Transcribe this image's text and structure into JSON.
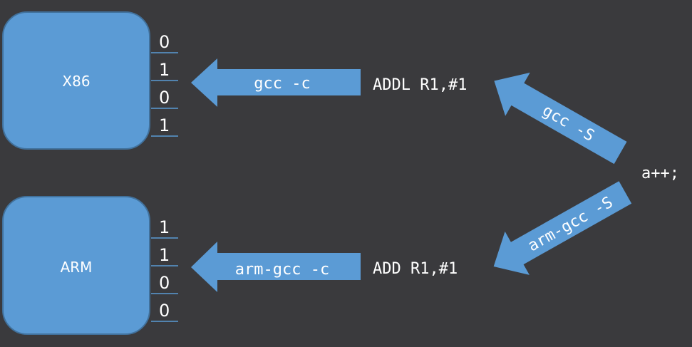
{
  "x86": {
    "label": "X86",
    "bits": [
      "0",
      "1",
      "0",
      "1"
    ]
  },
  "arm": {
    "label": "ARM",
    "bits": [
      "1",
      "1",
      "0",
      "0"
    ]
  },
  "arrows": {
    "gcc_c": "gcc -c",
    "arm_gcc_c": "arm-gcc -c",
    "gcc_S": "gcc -S",
    "arm_gcc_S": "arm-gcc -S"
  },
  "code": {
    "x86_asm": "ADDL R1,#1",
    "arm_asm": "ADD R1,#1",
    "source": "a++;"
  },
  "colors": {
    "background": "#3a3a3d",
    "accent": "#5b9bd5",
    "text": "#ffffff"
  }
}
